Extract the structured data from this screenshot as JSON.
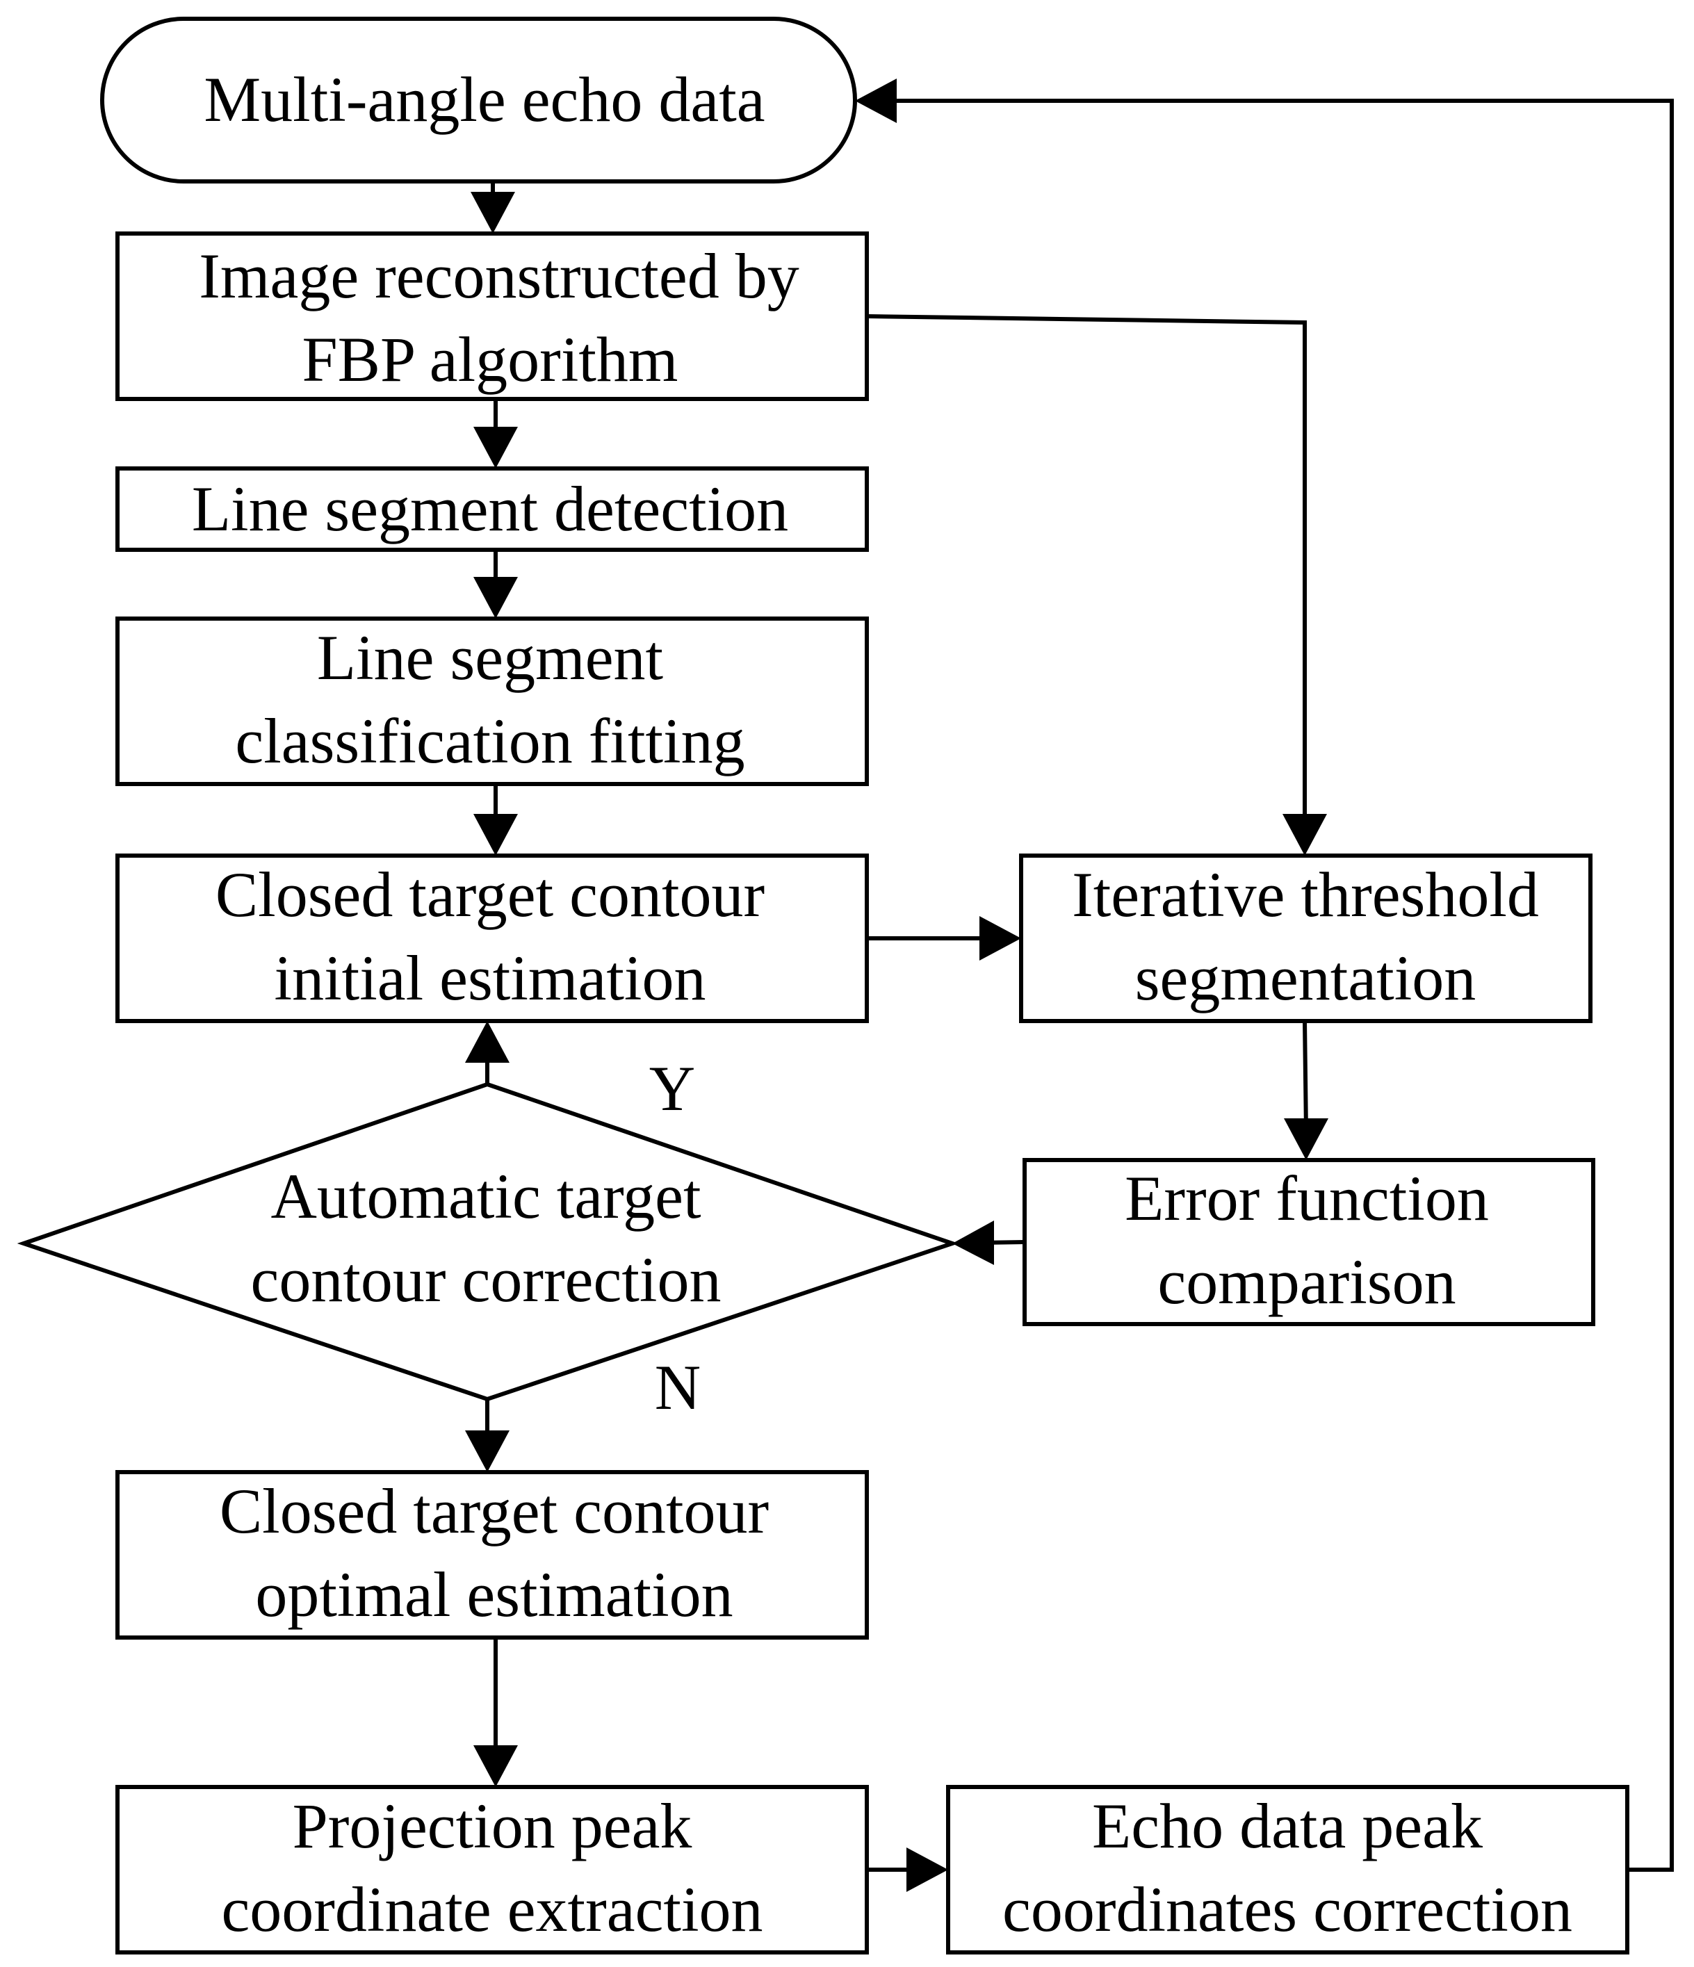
{
  "nodes": {
    "start": {
      "lines": [
        "Multi-angle echo data"
      ]
    },
    "fbp": {
      "lines": [
        "Image reconstructed by",
        "FBP algorithm"
      ]
    },
    "lsd": {
      "lines": [
        "Line segment detection"
      ]
    },
    "lscf": {
      "lines": [
        "Line segment",
        "classification fitting"
      ]
    },
    "init": {
      "lines": [
        "Closed target contour",
        "initial estimation"
      ]
    },
    "iter": {
      "lines": [
        "Iterative threshold",
        "segmentation"
      ]
    },
    "decision": {
      "lines": [
        "Automatic target",
        "contour correction"
      ]
    },
    "err": {
      "lines": [
        "Error function",
        "comparison"
      ]
    },
    "opt": {
      "lines": [
        "Closed target contour",
        "optimal estimation"
      ]
    },
    "proj": {
      "lines": [
        "Projection peak",
        "coordinate extraction"
      ]
    },
    "echo": {
      "lines": [
        "Echo data peak",
        "coordinates correction"
      ]
    }
  },
  "branch_labels": {
    "yes": "Y",
    "no": "N"
  }
}
